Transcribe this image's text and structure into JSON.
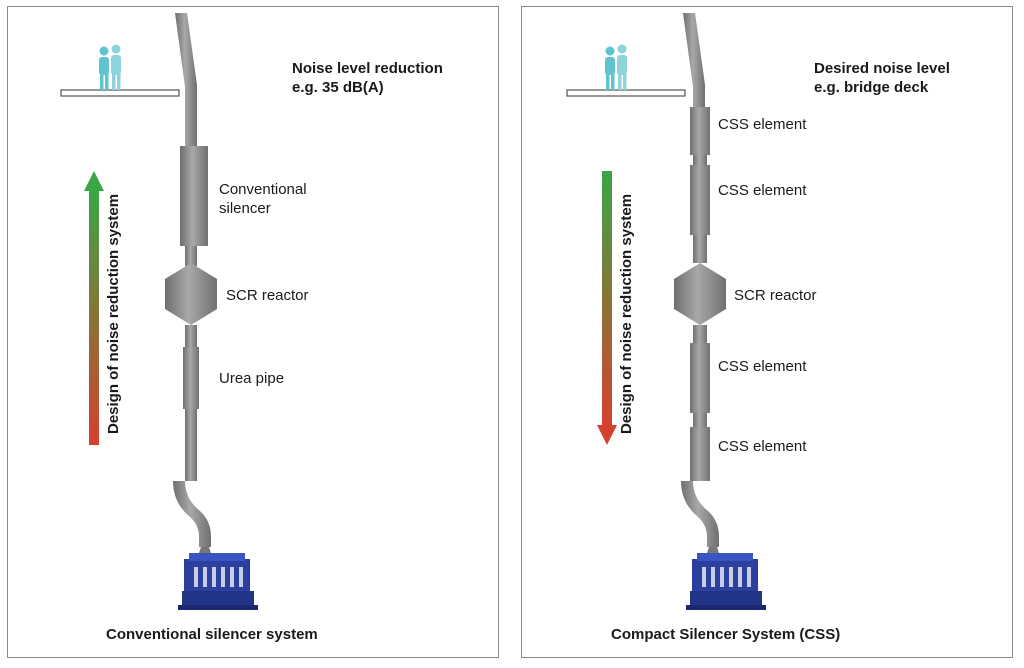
{
  "left": {
    "heading_line1": "Noise level reduction",
    "heading_line2": "e.g. 35 dB(A)",
    "labels": [
      "Conventional silencer",
      "SCR reactor",
      "Urea pipe"
    ],
    "axis_label": "Design of noise reduction system",
    "arrow_direction": "up",
    "caption": "Conventional silencer system"
  },
  "right": {
    "heading_line1": "Desired noise level",
    "heading_line2": "e.g. bridge deck",
    "labels": [
      "CSS element",
      "CSS element",
      "SCR reactor",
      "CSS element",
      "CSS element"
    ],
    "axis_label": "Design of noise reduction system",
    "arrow_direction": "down",
    "caption": "Compact Silencer System (CSS)"
  },
  "colors": {
    "pipe": "#8c8c8c",
    "pipe_dark": "#6e6e6e",
    "engine": "#2a3f9e",
    "people": "#5fc3d0",
    "arrow_top": "#3aa646",
    "arrow_bottom": "#d6402f",
    "border": "#8a8a8a"
  },
  "icons": [
    "people-icon",
    "engine-icon",
    "exhaust-stack"
  ]
}
